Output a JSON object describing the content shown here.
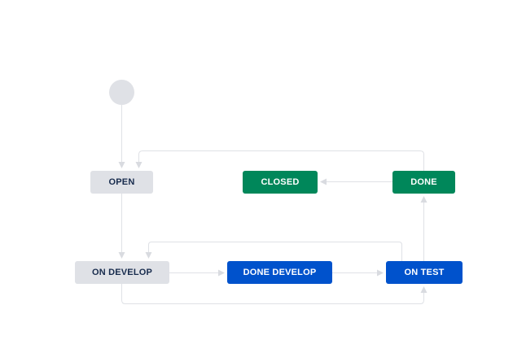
{
  "workflow": {
    "colors": {
      "todo": "#dfe1e6",
      "in_progress": "#0052cc",
      "done": "#00875a",
      "edge": "#dfe1e6"
    },
    "statuses": {
      "open": "OPEN",
      "closed": "CLOSED",
      "done": "DONE",
      "on_develop": "ON DEVELOP",
      "done_develop": "DONE DEVELOP",
      "on_test": "ON TEST"
    },
    "transitions": [
      {
        "from": "start",
        "to": "OPEN"
      },
      {
        "from": "OPEN",
        "to": "ON DEVELOP"
      },
      {
        "from": "ON DEVELOP",
        "to": "DONE DEVELOP"
      },
      {
        "from": "DONE DEVELOP",
        "to": "ON TEST"
      },
      {
        "from": "ON TEST",
        "to": "ON DEVELOP"
      },
      {
        "from": "ON DEVELOP",
        "to": "ON TEST"
      },
      {
        "from": "ON TEST",
        "to": "DONE"
      },
      {
        "from": "DONE",
        "to": "CLOSED"
      },
      {
        "from": "DONE",
        "to": "OPEN"
      }
    ]
  }
}
